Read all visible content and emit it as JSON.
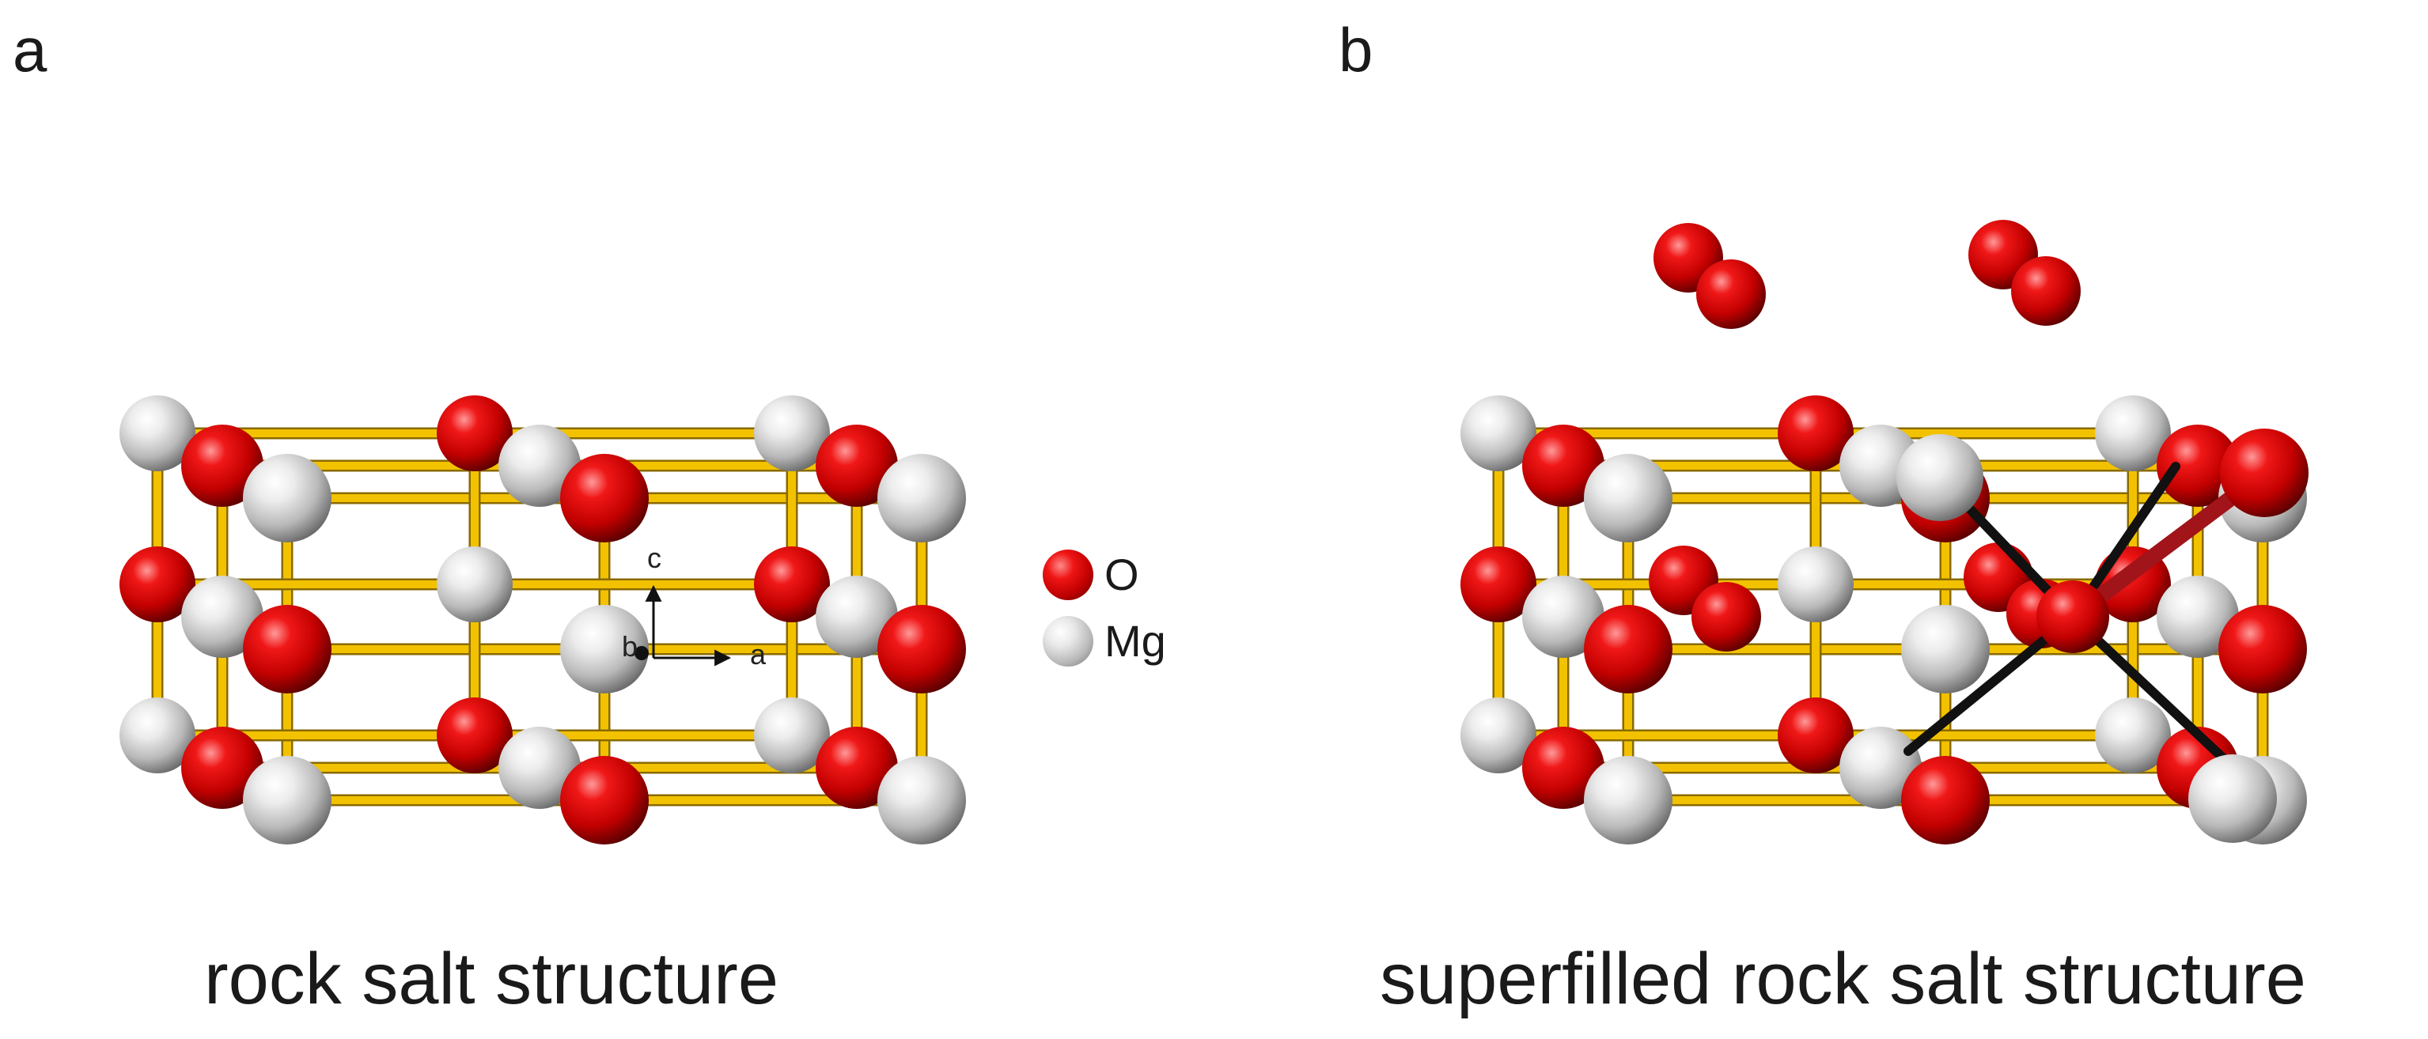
{
  "panels": [
    {
      "label": "a",
      "caption": "rock salt structure"
    },
    {
      "label": "b",
      "caption": "superfilled rock salt structure"
    }
  ],
  "legend": [
    {
      "element": "O",
      "color": "#e01010"
    },
    {
      "element": "Mg",
      "color": "#d0d0d0"
    }
  ],
  "axes": {
    "c": "c",
    "b": "b",
    "a": "a"
  },
  "colors": {
    "bond": "#f2c200",
    "oxygen": "#e01010",
    "magnesium": "#d0d0d0",
    "highlight_bond": "#111111",
    "highlight_bond_red": "#a0141a"
  }
}
